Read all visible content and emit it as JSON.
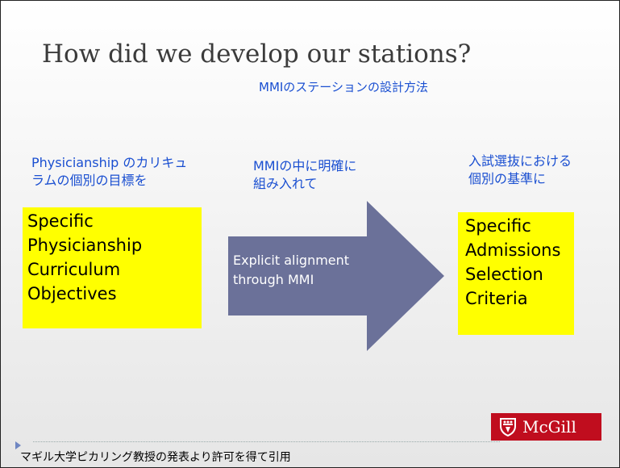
{
  "slide": {
    "title": "How did we develop our stations?",
    "subtitle": "MMIのステーションの設計方法",
    "left_jp": "Physicianship のカリキュ\nラムの個別の目標を",
    "mid_jp": "MMIの中に明確に\n組み入れて",
    "right_jp": "入試選抜における\n個別の基準に",
    "left_box": [
      "Specific",
      "Physicianship",
      "Curriculum",
      "Objectives"
    ],
    "arrow_text": "Explicit alignment\nthrough MMI",
    "right_box": [
      "Specific",
      "Admissions",
      "Selection",
      "Criteria"
    ],
    "footer": "マギル大学ピカリング教授の発表より許可を得て引用",
    "logo_text": "McGill"
  },
  "colors": {
    "accent_text": "#1a4fd1",
    "highlight_box": "#ffff00",
    "arrow_fill": "#6b7199",
    "logo_red": "#c00d1e"
  },
  "icons": [
    "mcgill-crest-icon",
    "arrow-shape",
    "bullet-marker-icon"
  ]
}
